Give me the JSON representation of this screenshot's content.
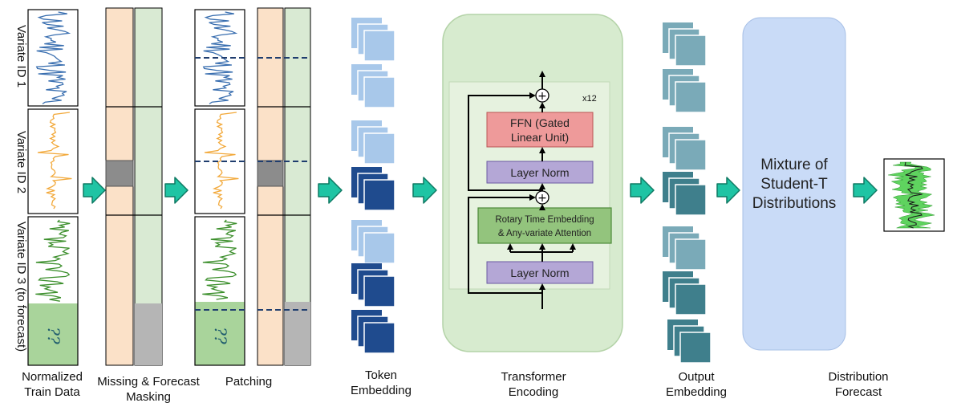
{
  "variates": [
    {
      "label": "Variate ID 1",
      "color": "#3a6fb0"
    },
    {
      "label": "Variate ID 2",
      "color": "#f2a93b"
    },
    {
      "label": "Variate ID 3 (to forecast)",
      "color": "#3c8f2c"
    }
  ],
  "unknown_marker": "??",
  "stages": {
    "normalized": {
      "line1": "Normalized",
      "line2": "Train Data"
    },
    "masking": {
      "line1": "Missing & Forecast",
      "line2": "Masking"
    },
    "patching": {
      "line1": "Patching"
    },
    "token_embedding": {
      "line1": "Token",
      "line2": "Embedding"
    },
    "transformer": {
      "line1": "Transformer",
      "line2": "Encoding"
    },
    "output_embedding": {
      "line1": "Output",
      "line2": "Embedding"
    },
    "distribution": {
      "line1": "Distribution",
      "line2": "Forecast"
    }
  },
  "transformer_block": {
    "repeat": "x12",
    "ffn": {
      "line1": "FFN (Gated",
      "line2": "Linear Unit)"
    },
    "layer_norm_top": "Layer Norm",
    "attention": {
      "line1": "Rotary Time Embedding",
      "line2": "& Any-variate Attention"
    },
    "layer_norm_bottom": "Layer Norm",
    "residual_symbol": "+"
  },
  "mixture": {
    "line1": "Mixture of",
    "line2": "Student-T",
    "line3": "Distributions"
  },
  "colors": {
    "arrow_fill": "#1fc4a4",
    "arrow_stroke": "#0e7a63",
    "mask_orange": "#fbe1c8",
    "mask_green": "#d9ead3",
    "mask_gray": "#8c8c8c",
    "forecast_fill": "#a9d49b",
    "token_light": "#a8c8ea",
    "token_dark": "#1f4b8e",
    "output_light": "#7aaab8",
    "output_dark": "#3f7f8c",
    "transformer_bg": "#d7ebcf",
    "ffn_fill": "#ee9a9a",
    "layer_norm_fill": "#b4a7d6",
    "attention_fill": "#93c47d",
    "mixture_fill": "#c9dbf7"
  }
}
